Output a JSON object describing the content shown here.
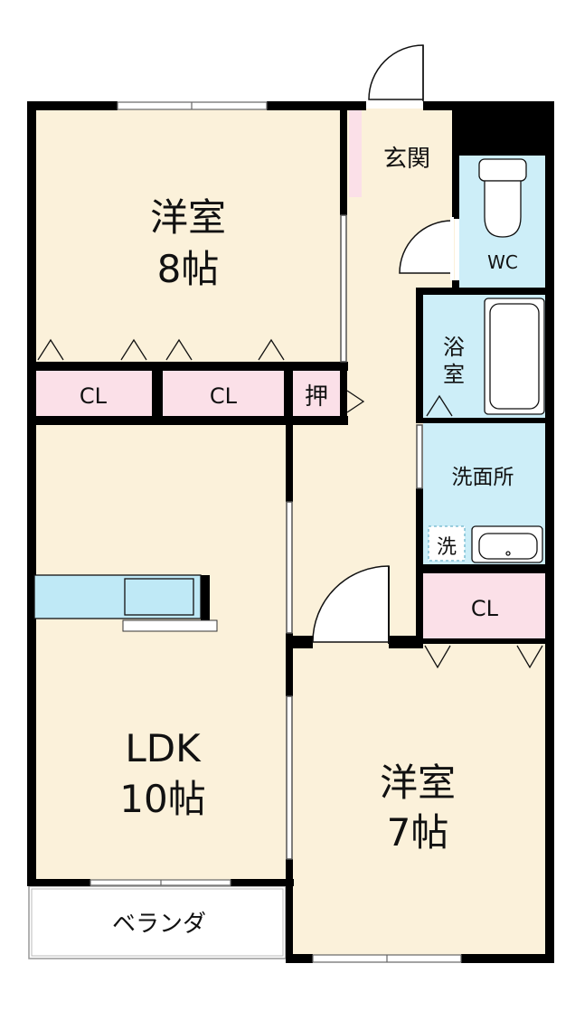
{
  "rooms": {
    "western_8": {
      "name": "洋室",
      "size": "8帖"
    },
    "ldk": {
      "name": "LDK",
      "size": "10帖"
    },
    "western_7": {
      "name": "洋室",
      "size": "7帖"
    },
    "entrance": "玄関",
    "wc": "WC",
    "bath": {
      "line1": "浴",
      "line2": "室"
    },
    "washroom": "洗面所",
    "washer": "洗",
    "closet_1": "CL",
    "closet_2": "CL",
    "closet_3": "CL",
    "oshiire": "押",
    "veranda": "ベランダ"
  },
  "colors": {
    "floor": "#fbf1da",
    "closet": "#fbe0e8",
    "wet": "#cdeef8",
    "wall": "#000000",
    "counter": "#bfe9f6"
  }
}
